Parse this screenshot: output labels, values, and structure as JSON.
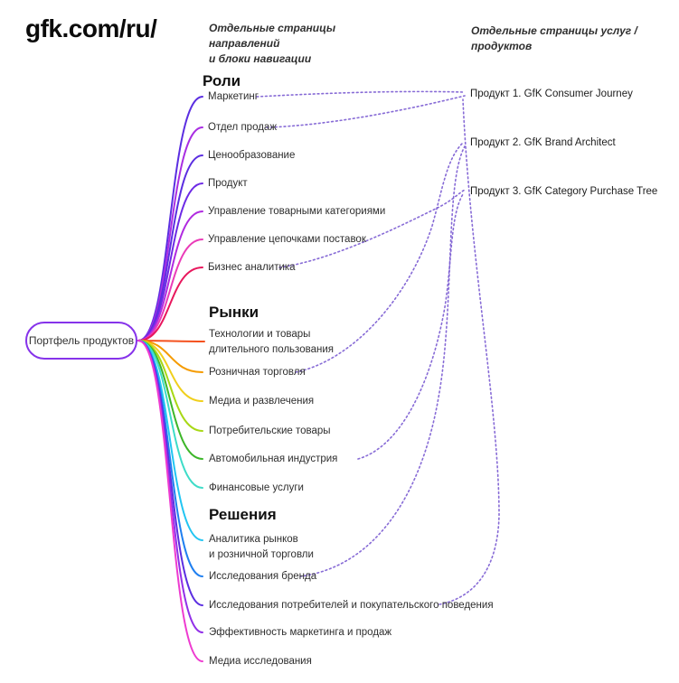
{
  "header": {
    "site": "gfk.com/ru/",
    "note_left_lines": [
      "Отдельные страницы направлений",
      "и блоки навигации"
    ],
    "note_right": "Отдельные страницы услуг / продуктов"
  },
  "root": {
    "label": "Портфель продуктов",
    "border_color": "#8633ea"
  },
  "sections": [
    {
      "title": "Роли",
      "items": [
        {
          "label": "Маркетинг",
          "color": "#5b2ee1"
        },
        {
          "label": "Отдел продаж",
          "color": "#a92ee2"
        },
        {
          "label": "Ценообразование",
          "color": "#5b2ee1"
        },
        {
          "label": "Продукт",
          "color": "#6d2ae5"
        },
        {
          "label": "Управление товарными категориями",
          "color": "#b02ae0"
        },
        {
          "label": "Управление цепочками поставок",
          "color": "#ea3bb8"
        },
        {
          "label": "Бизнес аналитика",
          "color": "#e8175d"
        }
      ]
    },
    {
      "title": "Рынки",
      "items": [
        {
          "label": "Технологии и товары длительного пользования",
          "lines": [
            "Технологии и товары",
            "длительного пользования"
          ],
          "color": "#f4511e"
        },
        {
          "label": "Розничная торговля",
          "color": "#f59b00"
        },
        {
          "label": "Медиа и развлечения",
          "color": "#f0cf1c"
        },
        {
          "label": "Потребительские товары",
          "color": "#a8d816"
        },
        {
          "label": "Автомобильная индустрия",
          "color": "#3db629"
        },
        {
          "label": "Финансовые услуги",
          "color": "#3edcc8"
        }
      ]
    },
    {
      "title": "Решения",
      "items": [
        {
          "label": "Аналитика рынков и розничной торговли",
          "lines": [
            "Аналитика рынков",
            "и розничной торговли"
          ],
          "color": "#21c5f2"
        },
        {
          "label": "Исследования бренда",
          "color": "#1f7ff0"
        },
        {
          "label": "Исследования потребителей и покупательского поведения",
          "color": "#5b2ee1"
        },
        {
          "label": "Эффективность маркетинга и продаж",
          "color": "#9230e8"
        },
        {
          "label": "Медиа исследования",
          "color": "#ee3bd0"
        }
      ]
    }
  ],
  "products": [
    {
      "label": "Продукт 1. GfK Consumer Journey"
    },
    {
      "label": "Продукт 2. GfK Brand Architect"
    },
    {
      "label": "Продукт 3. GfK Category Purchase Tree"
    }
  ],
  "links": [
    {
      "from": "Маркетинг",
      "to": "Продукт 1. GfK Consumer Journey"
    },
    {
      "from": "Отдел продаж",
      "to": "Продукт 1. GfK Consumer Journey"
    },
    {
      "from": "Бизнес аналитика",
      "to": "Продукт 3. GfK Category Purchase Tree"
    },
    {
      "from": "Розничная торговля",
      "to": "Продукт 2. GfK Brand Architect"
    },
    {
      "from": "Автомобильная индустрия",
      "to": "Продукт 3. GfK Category Purchase Tree"
    },
    {
      "from": "Исследования бренда",
      "to": "Продукт 2. GfK Brand Architect"
    },
    {
      "from": "Исследования потребителей и покупательского поведения",
      "to": "Продукт 1. GfK Consumer Journey"
    }
  ],
  "link_color": "#7a5bd2"
}
